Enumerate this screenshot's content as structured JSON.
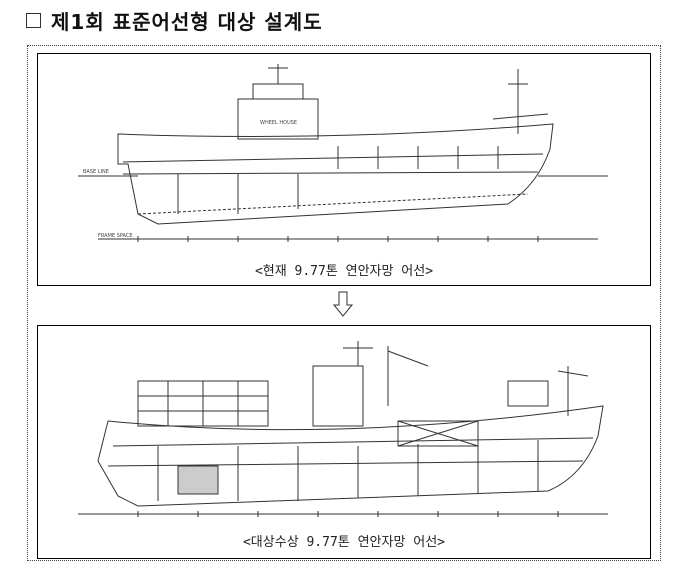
{
  "title": "제1회 표준어선형 대상 설계도",
  "drawings": [
    {
      "caption": "<현재 9.77톤 연안자망 어선>",
      "label_wheel_house": "WHEEL HOUSE",
      "label_base_line": "BASE LINE",
      "label_frame_space": "FRAME SPACE"
    },
    {
      "caption": "<대상수상 9.77톤 연안자망 어선>"
    }
  ],
  "arrow_icon": "down-arrow-icon"
}
